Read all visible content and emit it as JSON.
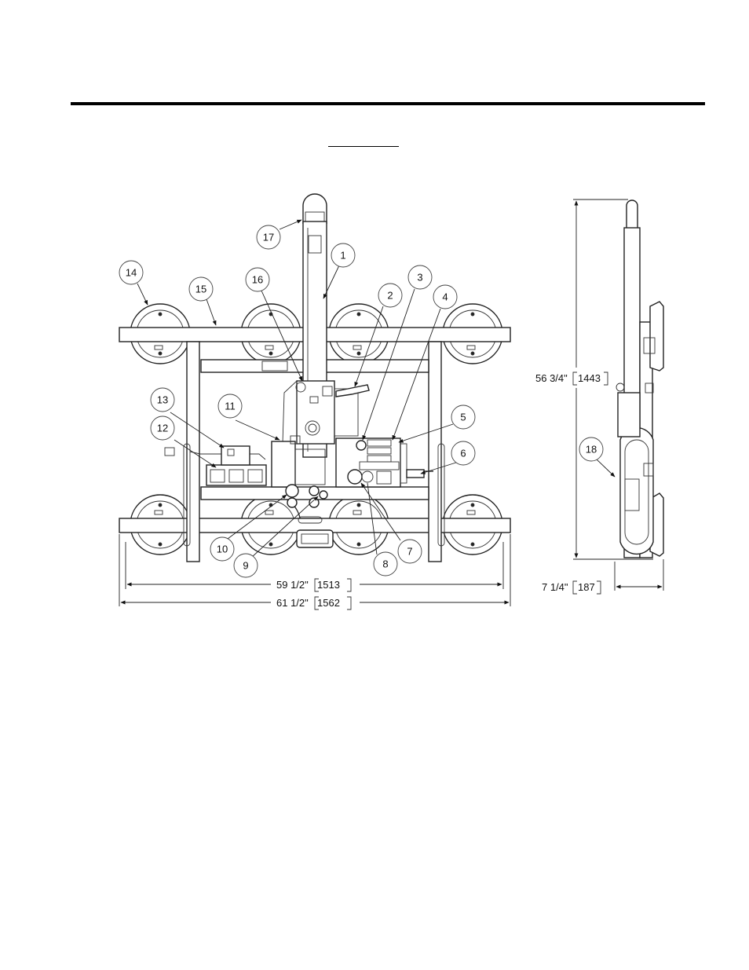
{
  "callouts": {
    "c1": "1",
    "c2": "2",
    "c3": "3",
    "c4": "4",
    "c5": "5",
    "c6": "6",
    "c7": "7",
    "c8": "8",
    "c9": "9",
    "c10": "10",
    "c11": "11",
    "c12": "12",
    "c13": "13",
    "c14": "14",
    "c15": "15",
    "c16": "16",
    "c17": "17",
    "c18": "18"
  },
  "dimensions": {
    "inner_width_in": "59 1/2\"",
    "inner_width_mm": "1513",
    "overall_width_in": "61 1/2\"",
    "overall_width_mm": "1562",
    "height_in": "56 3/4\"",
    "height_mm": "1443",
    "depth_in": "7 1/4\"",
    "depth_mm": "187"
  }
}
